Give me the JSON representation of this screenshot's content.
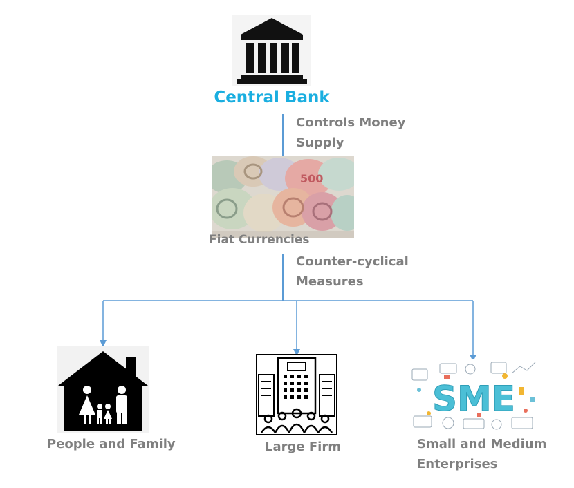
{
  "central_bank": {
    "title": "Central Bank",
    "icon": "bank-building-icon"
  },
  "flow_1": {
    "label_line1": "Controls Money",
    "label_line2": "Supply"
  },
  "currency": {
    "label": "Fiat Currencies",
    "photo_text": "500",
    "icon": "banknotes-photo"
  },
  "flow_2": {
    "label_line1": "Counter-cyclical",
    "label_line2": "Measures"
  },
  "targets": {
    "family": {
      "label": "People and Family",
      "icon": "family-house-icon"
    },
    "firm": {
      "label": "Large Firm",
      "icon": "office-building-icon"
    },
    "sme": {
      "label_line1": "Small and Medium",
      "label_line2": "Enterprises",
      "badge": "SME",
      "icon": "sme-illustration-icon"
    }
  },
  "colors": {
    "title_blue": "#1aaee0",
    "label_gray": "#7f7f7f",
    "connector_blue": "#5b9bd5",
    "icon_black": "#000000"
  }
}
